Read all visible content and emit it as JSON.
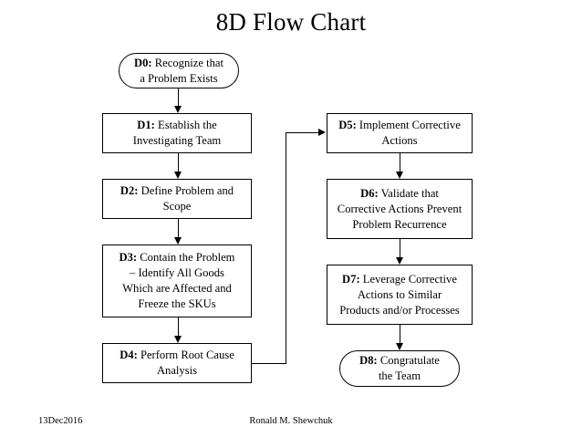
{
  "title": "8D Flow Chart",
  "footer": {
    "date": "13Dec2016",
    "author": "Ronald M. Shewchuk"
  },
  "nodes": {
    "d0": {
      "code": "D0:",
      "text": "  Recognize that\na Problem Exists",
      "shape": "oval"
    },
    "d1": {
      "code": "D1:",
      "text": "  Establish the\nInvestigating Team",
      "shape": "rect"
    },
    "d2": {
      "code": "D2:",
      "text": "  Define Problem and\nScope",
      "shape": "rect"
    },
    "d3": {
      "code": "D3:",
      "text": "  Contain the Problem\n– Identify All Goods\nWhich are Affected and\nFreeze the SKUs",
      "shape": "rect"
    },
    "d4": {
      "code": "D4:",
      "text": "  Perform Root Cause\nAnalysis",
      "shape": "rect"
    },
    "d5": {
      "code": "D5:",
      "text": "  Implement Corrective\nActions",
      "shape": "rect"
    },
    "d6": {
      "code": "D6:",
      "text": "  Validate that\nCorrective Actions Prevent\nProblem Recurrence",
      "shape": "rect"
    },
    "d7": {
      "code": "D7:",
      "text": "  Leverage  Corrective\nActions to Similar\nProducts and/or Processes",
      "shape": "rect"
    },
    "d8": {
      "code": "D8:",
      "text": "  Congratulate\nthe Team",
      "shape": "oval"
    }
  },
  "connectors": [
    {
      "name": "d0-to-d1",
      "type": "vertical-arrow"
    },
    {
      "name": "d1-to-d2",
      "type": "vertical-arrow"
    },
    {
      "name": "d2-to-d3",
      "type": "vertical-arrow"
    },
    {
      "name": "d3-to-d4",
      "type": "vertical-arrow"
    },
    {
      "name": "d4-to-d5",
      "type": "elbow-arrow"
    },
    {
      "name": "d5-to-d6",
      "type": "vertical-arrow"
    },
    {
      "name": "d6-to-d7",
      "type": "vertical-arrow"
    },
    {
      "name": "d7-to-d8",
      "type": "vertical-arrow"
    }
  ],
  "colors": {
    "stroke": "#000000",
    "background": "#ffffff",
    "text": "#000000"
  }
}
